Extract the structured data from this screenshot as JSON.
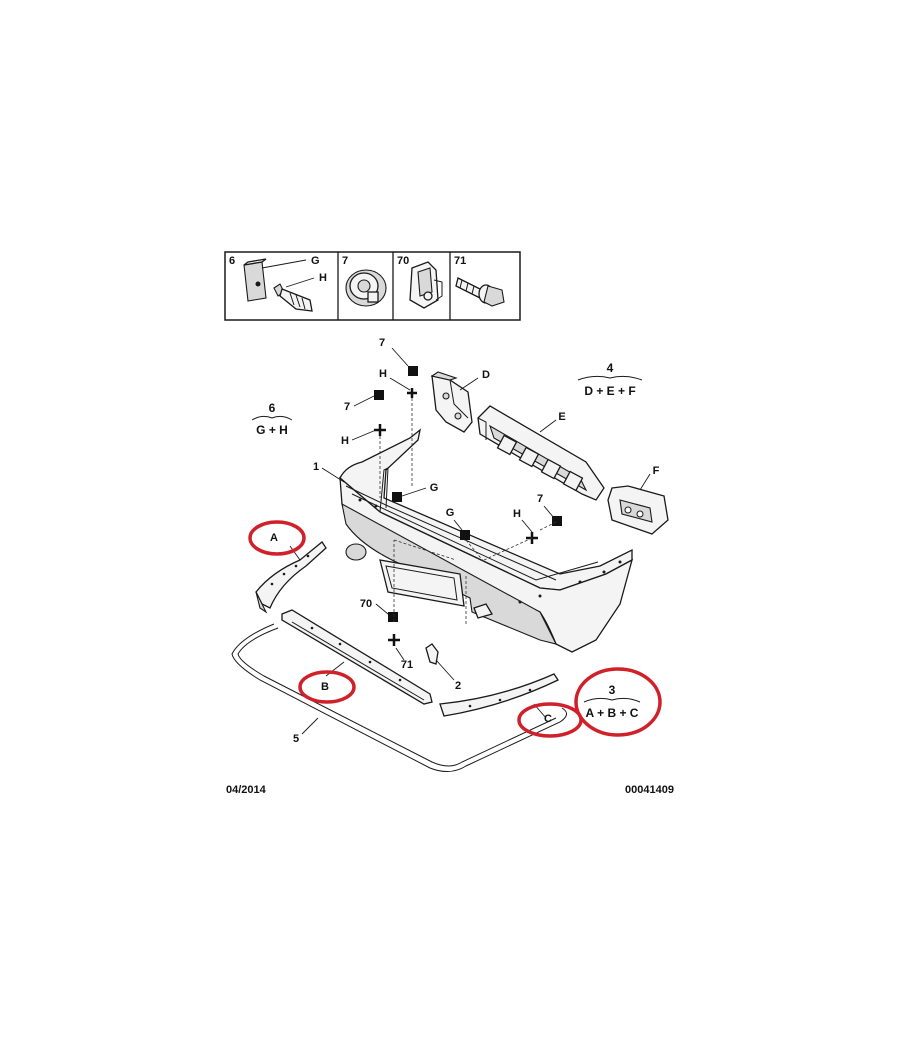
{
  "legend": {
    "cells": [
      {
        "num": "6",
        "refs": [
          "G",
          "H"
        ]
      },
      {
        "num": "7"
      },
      {
        "num": "70"
      },
      {
        "num": "71"
      }
    ]
  },
  "groups": {
    "g6": {
      "num": "6",
      "formula": "G + H"
    },
    "g4": {
      "num": "4",
      "formula": "D + E + F"
    },
    "g3": {
      "num": "3",
      "formula": "A + B + C"
    }
  },
  "callouts": {
    "c1": "1",
    "c2": "2",
    "c5": "5",
    "c7a": "7",
    "c7b": "7",
    "c7c": "7",
    "hA": "H",
    "hB": "H",
    "hC": "H",
    "g1": "G",
    "g2": "G",
    "c70": "70",
    "c71": "71",
    "d": "D",
    "e": "E",
    "f": "F",
    "a": "A",
    "b": "B",
    "c": "C"
  },
  "footer": {
    "date": "04/2014",
    "ref": "00041409"
  },
  "colors": {
    "ink": "#1a1a1a",
    "highlight": "#d0202a"
  }
}
